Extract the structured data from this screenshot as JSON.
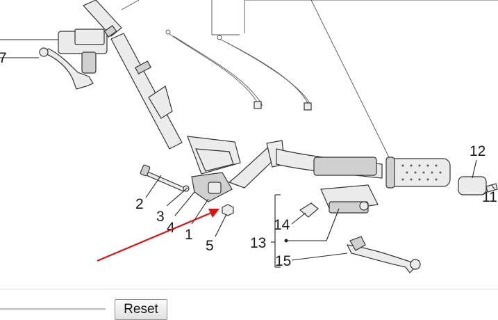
{
  "diagram": {
    "callouts": {
      "c1": "1",
      "c2": "2",
      "c3": "3",
      "c4": "4",
      "c5": "5",
      "c7": "7",
      "c11": "11",
      "c12": "12",
      "c13": "13",
      "c14": "14",
      "c15": "15"
    },
    "arrow_color": "#e01010"
  },
  "controls": {
    "reset_label": "Reset"
  }
}
